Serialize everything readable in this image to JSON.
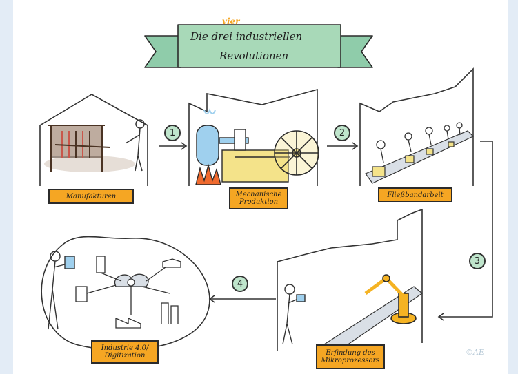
{
  "title": {
    "word1": "Die",
    "struck": "drei",
    "inserted": "vier",
    "word2": "industriellen",
    "line2": "Revolutionen"
  },
  "stages": [
    {
      "number": "1",
      "label": "Manufakturen"
    },
    {
      "number": "2",
      "label_line1": "Mechanische",
      "label_line2": "Produktion"
    },
    {
      "number": "3",
      "label": "Fließbandarbeit"
    },
    {
      "number": "4",
      "label_line1": "Erfindung des",
      "label_line2": "Mikroprozessors"
    },
    {
      "label_line1": "Industrie 4.0/",
      "label_line2": "Digitization"
    }
  ],
  "copyright": "©AE",
  "colors": {
    "banner": "#a8d9b8",
    "label": "#f5a623",
    "number_circle": "#bfe5cc",
    "background": "#e3ecf6",
    "flame": "#f06a2e",
    "boiler": "#9fd0ee",
    "box": "#f4e38a"
  }
}
